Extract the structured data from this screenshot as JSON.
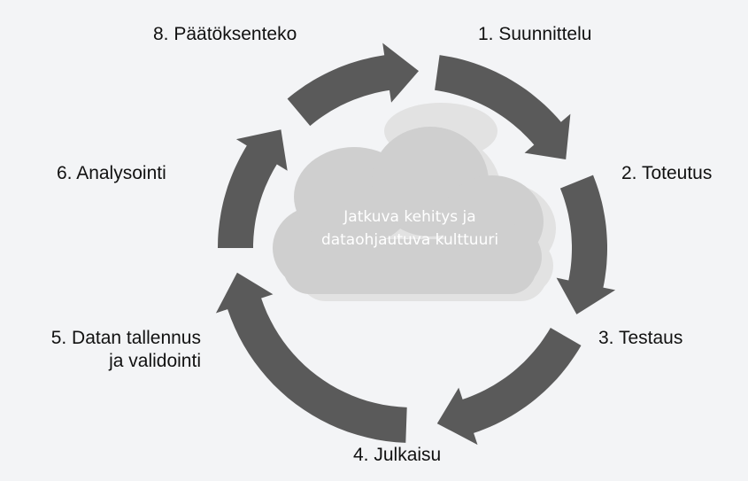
{
  "colors": {
    "background": "#f3f4f6",
    "arrow": "#5a5a5a",
    "cloud": "#cfcfcf",
    "cloud_shadow": "#e2e2e2",
    "cloud_text": "#ffffff",
    "label_text": "#111111"
  },
  "cloud": {
    "line1": "Jatkuva kehitys ja",
    "line2": "dataohjautuva kulttuuri"
  },
  "steps": {
    "s1": "1. Suunnittelu",
    "s2": "2. Toteutus",
    "s3": "3. Testaus",
    "s4": "4. Julkaisu",
    "s5_line1": "5. Datan tallennus",
    "s5_line2": "ja validointi",
    "s6": "6. Analysointi",
    "s8": "8. Päätöksenteko"
  }
}
